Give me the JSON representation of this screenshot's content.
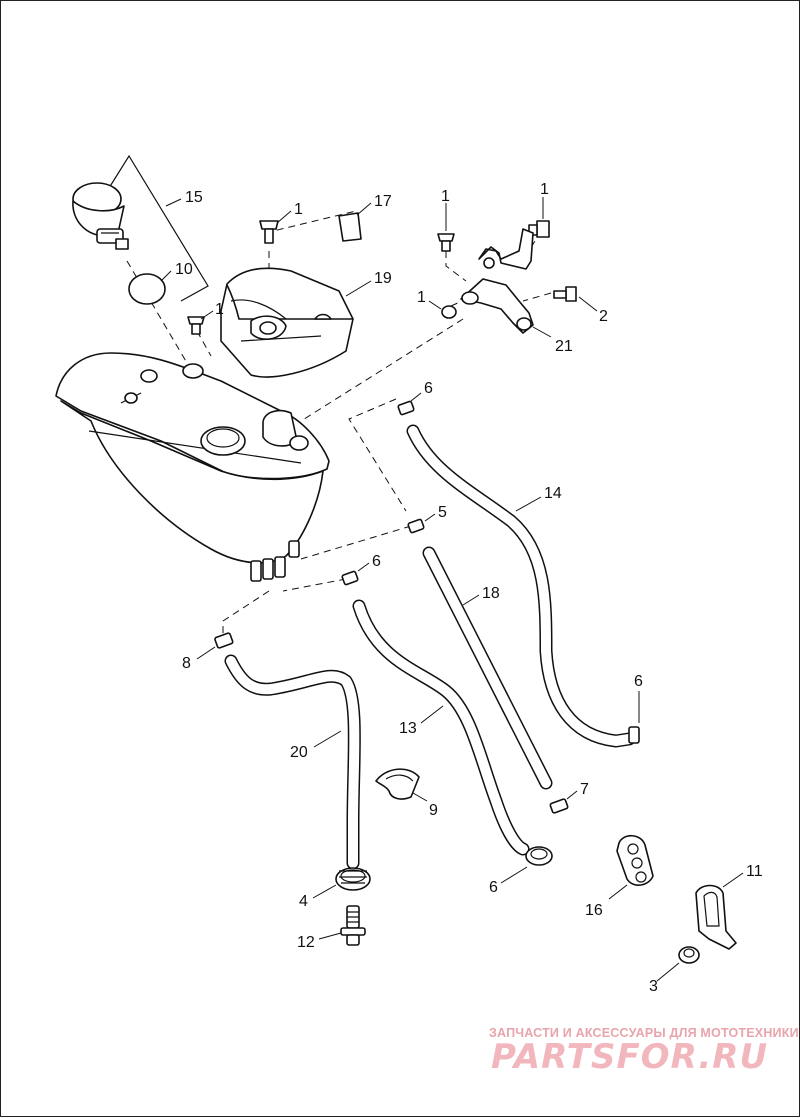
{
  "callouts": [
    {
      "id": "c15",
      "text": "15"
    },
    {
      "id": "c10",
      "text": "10"
    },
    {
      "id": "c1a",
      "text": "1"
    },
    {
      "id": "c17",
      "text": "17"
    },
    {
      "id": "c19",
      "text": "19"
    },
    {
      "id": "c1b",
      "text": "1"
    },
    {
      "id": "c1c",
      "text": "1"
    },
    {
      "id": "c1d",
      "text": "1"
    },
    {
      "id": "c1e",
      "text": "1"
    },
    {
      "id": "c2",
      "text": "2"
    },
    {
      "id": "c21",
      "text": "21"
    },
    {
      "id": "c6a",
      "text": "6"
    },
    {
      "id": "c14",
      "text": "14"
    },
    {
      "id": "c5",
      "text": "5"
    },
    {
      "id": "c6b",
      "text": "6"
    },
    {
      "id": "c18",
      "text": "18"
    },
    {
      "id": "c8",
      "text": "8"
    },
    {
      "id": "c6c",
      "text": "6"
    },
    {
      "id": "c13",
      "text": "13"
    },
    {
      "id": "c20",
      "text": "20"
    },
    {
      "id": "c9",
      "text": "9"
    },
    {
      "id": "c7",
      "text": "7"
    },
    {
      "id": "c6d",
      "text": "6"
    },
    {
      "id": "c4",
      "text": "4"
    },
    {
      "id": "c16",
      "text": "16"
    },
    {
      "id": "c11",
      "text": "11"
    },
    {
      "id": "c12",
      "text": "12"
    },
    {
      "id": "c3",
      "text": "3"
    }
  ],
  "watermark": {
    "tagline": "ЗАПЧАСТИ И АКСЕССУАРЫ ДЛЯ МОТОТЕХНИКИ",
    "logo": "PARTSFOR.RU",
    "color": "#f2b6bd"
  }
}
